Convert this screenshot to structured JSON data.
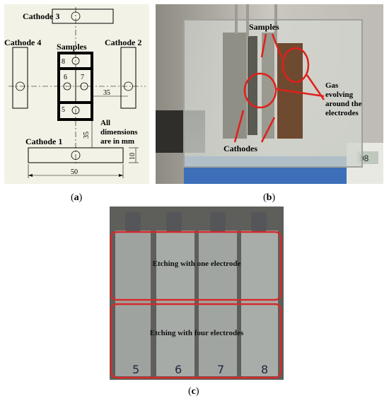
{
  "panel_a": {
    "caption": "a",
    "cathode_3": "Cathode 3",
    "cathode_4": "Cathode 4",
    "cathode_2": "Cathode 2",
    "cathode_1": "Cathode 1",
    "samples": "Samples",
    "sample_8": "8",
    "sample_6": "6",
    "sample_7": "7",
    "sample_5": "5",
    "dim_35_h": "35",
    "dim_35_v": "35",
    "dim_10": "10",
    "dim_50": "50",
    "note_line1": "All",
    "note_line2": "dimensions",
    "note_line3": "are in mm"
  },
  "panel_b": {
    "caption": "b",
    "samples": "Samples",
    "gas_line1": "Gas",
    "gas_line2": "evolving",
    "gas_line3": "around the",
    "gas_line4": "electrodes",
    "cathodes": "Cathodes",
    "display_value": "98"
  },
  "panel_c": {
    "caption": "c",
    "label_one": "Etching with one electrode",
    "label_four": "Etching with four electrodes",
    "numbers": [
      "5",
      "6",
      "7",
      "8"
    ]
  },
  "colors": {
    "annotation_red": "#e0201b",
    "drawing_bg": "#f2f2e6",
    "box_red": "#d42a2a"
  }
}
